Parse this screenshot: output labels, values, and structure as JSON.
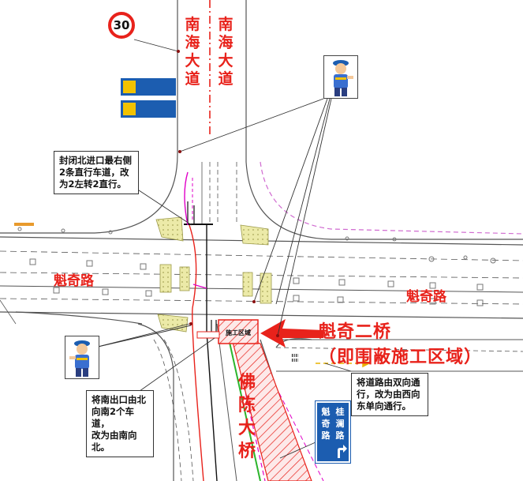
{
  "roads": {
    "north_road": [
      "南",
      "海",
      "大",
      "道"
    ],
    "east_west_left": "魁奇路",
    "east_west_right": "魁奇路",
    "bridge_vertical": [
      "佛",
      "陈",
      "大",
      "桥"
    ]
  },
  "bridge_title": {
    "line1": "魁奇二桥",
    "line2": "（即围蔽施工区域）"
  },
  "speed_limit": "30",
  "work_zone_label": "施工区域",
  "callouts": {
    "north_entry": [
      "封闭北进口最右侧",
      "2条直行车道，改",
      "为2左转2直行。"
    ],
    "south_exit": [
      "将南出口由北",
      "向南2个车道，",
      "改为由南向北。"
    ],
    "bridge_road": [
      "将道路由双向通",
      "行，改为由西向",
      "东单向通行。"
    ]
  },
  "guide_sign": {
    "left_col": [
      "魁",
      "奇",
      "路"
    ],
    "right_col": [
      "桂",
      "澜",
      "路"
    ]
  },
  "colors": {
    "label_red": "#e8221b",
    "sign_blue": "#1c5db0",
    "island_yellow": "#e4e39a",
    "work_zone": "#e8221b",
    "magenta_line": "#e000c8",
    "green_line": "#2cb52c"
  },
  "icons": [
    "police-officer-icon",
    "speed-limit-sign-icon",
    "direction-arrow-icon"
  ]
}
